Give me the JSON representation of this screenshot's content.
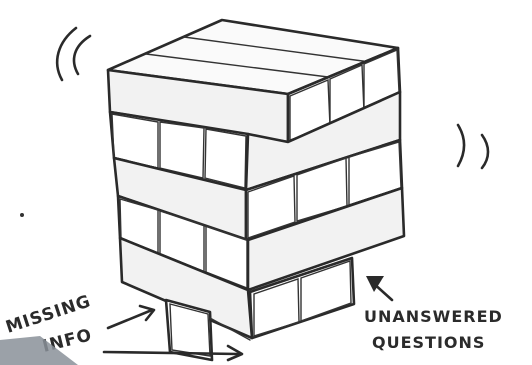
{
  "labels": {
    "missing_line1": "MISSING",
    "missing_line2": "INFO",
    "unanswered_line1": "UNANSWERED",
    "unanswered_line2": "QUESTIONS"
  },
  "colors": {
    "ink": "#2a2a2a",
    "paper": "#ffffff",
    "shadow": "#8a9099"
  },
  "icons": [
    "motion-marks-icon",
    "arrow-icon"
  ]
}
